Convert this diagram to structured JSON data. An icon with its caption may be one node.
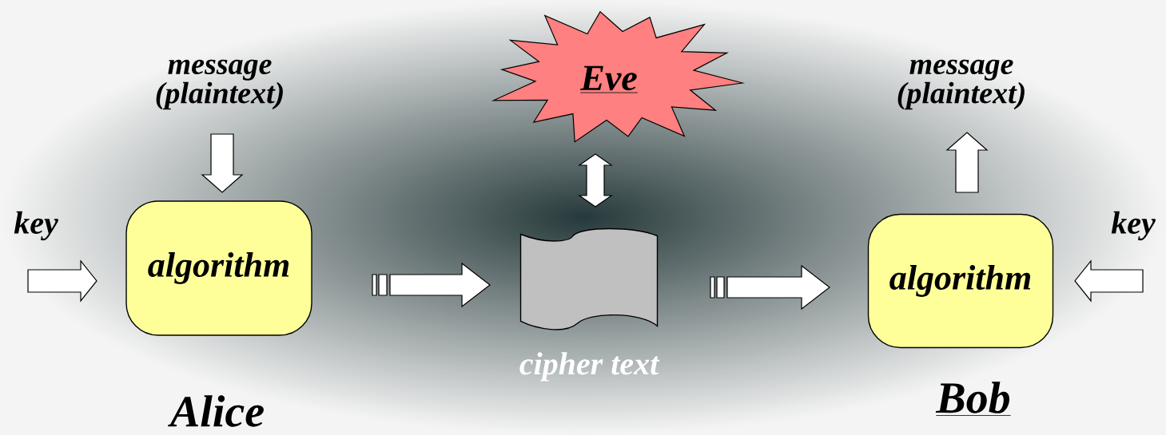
{
  "diagram": {
    "nodes": [
      {
        "text": [
          "algorithm"
        ],
        "beside": [
          "Alice"
        ]
      },
      {
        "text": [
          "key"
        ]
      },
      {
        "text": [
          "message (plaintext)"
        ]
      },
      {
        "text": [
          "cipher text"
        ]
      },
      {
        "text": [
          "Eve"
        ]
      },
      {
        "text": [
          "algorithm"
        ],
        "beside": [
          "Bob"
        ]
      },
      {
        "text": [
          "message (plaintext)"
        ]
      },
      {
        "text": [
          "key"
        ]
      }
    ],
    "edges": [
      {
        "from": 1,
        "to": 0,
        "arrow": "to"
      },
      {
        "from": 2,
        "to": 0,
        "arrow": "to"
      },
      {
        "from": 0,
        "to": 3,
        "arrow": "to"
      },
      {
        "from": 4,
        "to": 3,
        "arrow": "both"
      },
      {
        "from": 3,
        "to": 5,
        "arrow": "to"
      },
      {
        "from": 7,
        "to": 5,
        "arrow": "to"
      },
      {
        "from": 5,
        "to": 6,
        "arrow": "to"
      }
    ]
  }
}
